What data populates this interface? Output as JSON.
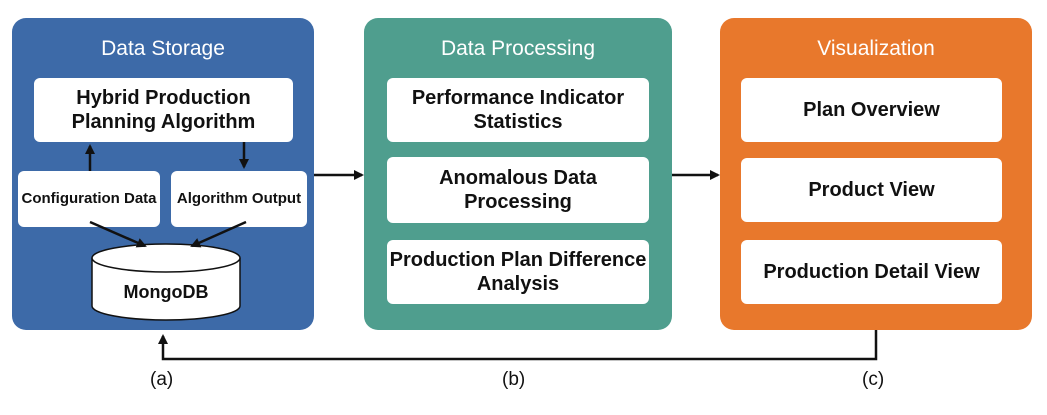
{
  "panels": {
    "storage": {
      "title": "Data Storage",
      "algorithm_box": "Hybrid Production Planning Algorithm",
      "config_box": "Configuration Data",
      "output_box": "Algorithm Output",
      "db": "MongoDB"
    },
    "processing": {
      "title": "Data Processing",
      "items": [
        "Performance Indicator Statistics",
        "Anomalous Data Processing",
        "Production Plan Difference Analysis"
      ]
    },
    "visualization": {
      "title": "Visualization",
      "items": [
        "Plan Overview",
        "Product View",
        "Production Detail View"
      ]
    }
  },
  "labels": [
    "(a)",
    "(b)",
    "(c)"
  ],
  "colors": {
    "storage": "#3d6aa8",
    "processing": "#4f9e8e",
    "visualization": "#e8782c",
    "arrow": "#111111"
  }
}
